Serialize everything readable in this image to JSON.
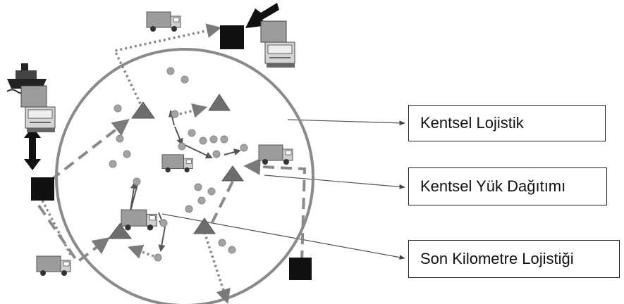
{
  "labels": {
    "urban_logistics": "Kentsel Lojistik",
    "urban_freight_distribution": "Kentsel Yük Dağıtımı",
    "last_mile_logistics": "Son Kilometre Lojistiği"
  },
  "colors": {
    "stroke": "#8a8a8a",
    "dot": "#a3a3a3",
    "triangle": "#6d6d6d",
    "depot": "#111111",
    "truck_cab": "#cfcfcf",
    "truck_body": "#9c9c9c"
  },
  "icons": [
    "ship-icon",
    "truck-icon",
    "depot-icon",
    "delivery-point-icon",
    "distribution-center-icon",
    "van-icon"
  ]
}
